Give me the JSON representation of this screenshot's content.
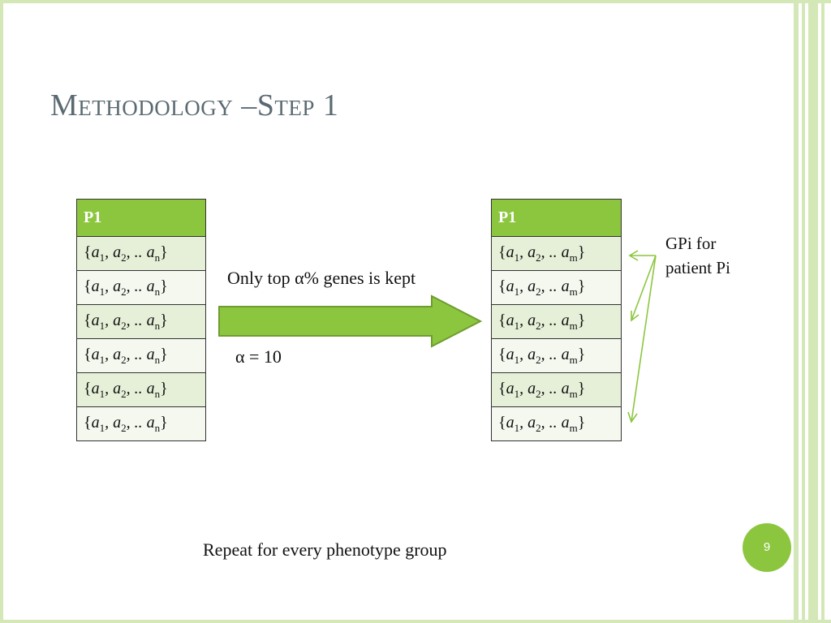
{
  "slide": {
    "title": "Methodology –Step 1",
    "page_number": "9",
    "footer_text": "Repeat for every phenotype group"
  },
  "left_table": {
    "header": "P1",
    "rows": [
      "{a1, a2, .. an}",
      "{a1, a2, .. an}",
      "{a1, a2, .. an}",
      "{a1, a2, .. an}",
      "{a1, a2, .. an}",
      "{a1, a2, .. an}"
    ]
  },
  "right_table": {
    "header": "P1",
    "rows": [
      "{a1, a2, .. am}",
      "{a1, a2, .. am}",
      "{a1, a2, .. am}",
      "{a1, a2, .. am}",
      "{a1, a2, .. am}",
      "{a1, a2, .. am}"
    ]
  },
  "arrow": {
    "top_label": "Only top  α% genes is kept",
    "bottom_label": "α = 10"
  },
  "annotation": {
    "line1": "GPi for",
    "line2": "patient Pi"
  },
  "colors": {
    "accent": "#8cc63f",
    "title": "#5b6a72",
    "frame": "#d4e7b6",
    "row_odd": "#e6f0d8",
    "row_even": "#f4f8ef"
  }
}
